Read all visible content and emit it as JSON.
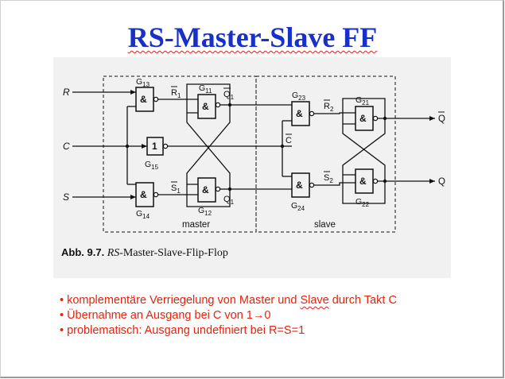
{
  "slide": {
    "title": "RS-Master-Slave FF"
  },
  "figure": {
    "inputs": {
      "r": "R",
      "c": "C",
      "s": "S"
    },
    "gates": {
      "g13": "G13",
      "g14": "G14",
      "g15": "G15",
      "g11": "G11",
      "g12": "G12",
      "g23": "G23",
      "g24": "G24",
      "g21": "G21",
      "g22": "G22"
    },
    "gate_symbols": {
      "and": "&",
      "not": "1"
    },
    "signals": {
      "r1": "R1",
      "s1": "S1",
      "q1bar": "Q1",
      "q1": "Q1",
      "cbar": "C",
      "r2": "R2",
      "s2": "S2",
      "qbar_out": "Q",
      "q_out": "Q"
    },
    "sections": {
      "master": "master",
      "slave": "slave"
    },
    "caption": {
      "number": "Abb. 9.7.",
      "italic": "RS",
      "text": "-Master-Slave-Flip-Flop"
    }
  },
  "bullets": [
    {
      "pre": "komplementäre Verriegelung von Master und ",
      "spell": "Slave",
      "post": " durch Takt C"
    },
    {
      "pre": "Übernahme an Ausgang bei C von 1",
      "arrow": "→",
      "post": "0"
    },
    {
      "pre": "problematisch: Ausgang undefiniert bei R=S=1",
      "spell": "",
      "post": ""
    }
  ],
  "colors": {
    "title": "#1830c8",
    "bullets": "#e8220c",
    "figure_bg": "#f1f1f1"
  }
}
